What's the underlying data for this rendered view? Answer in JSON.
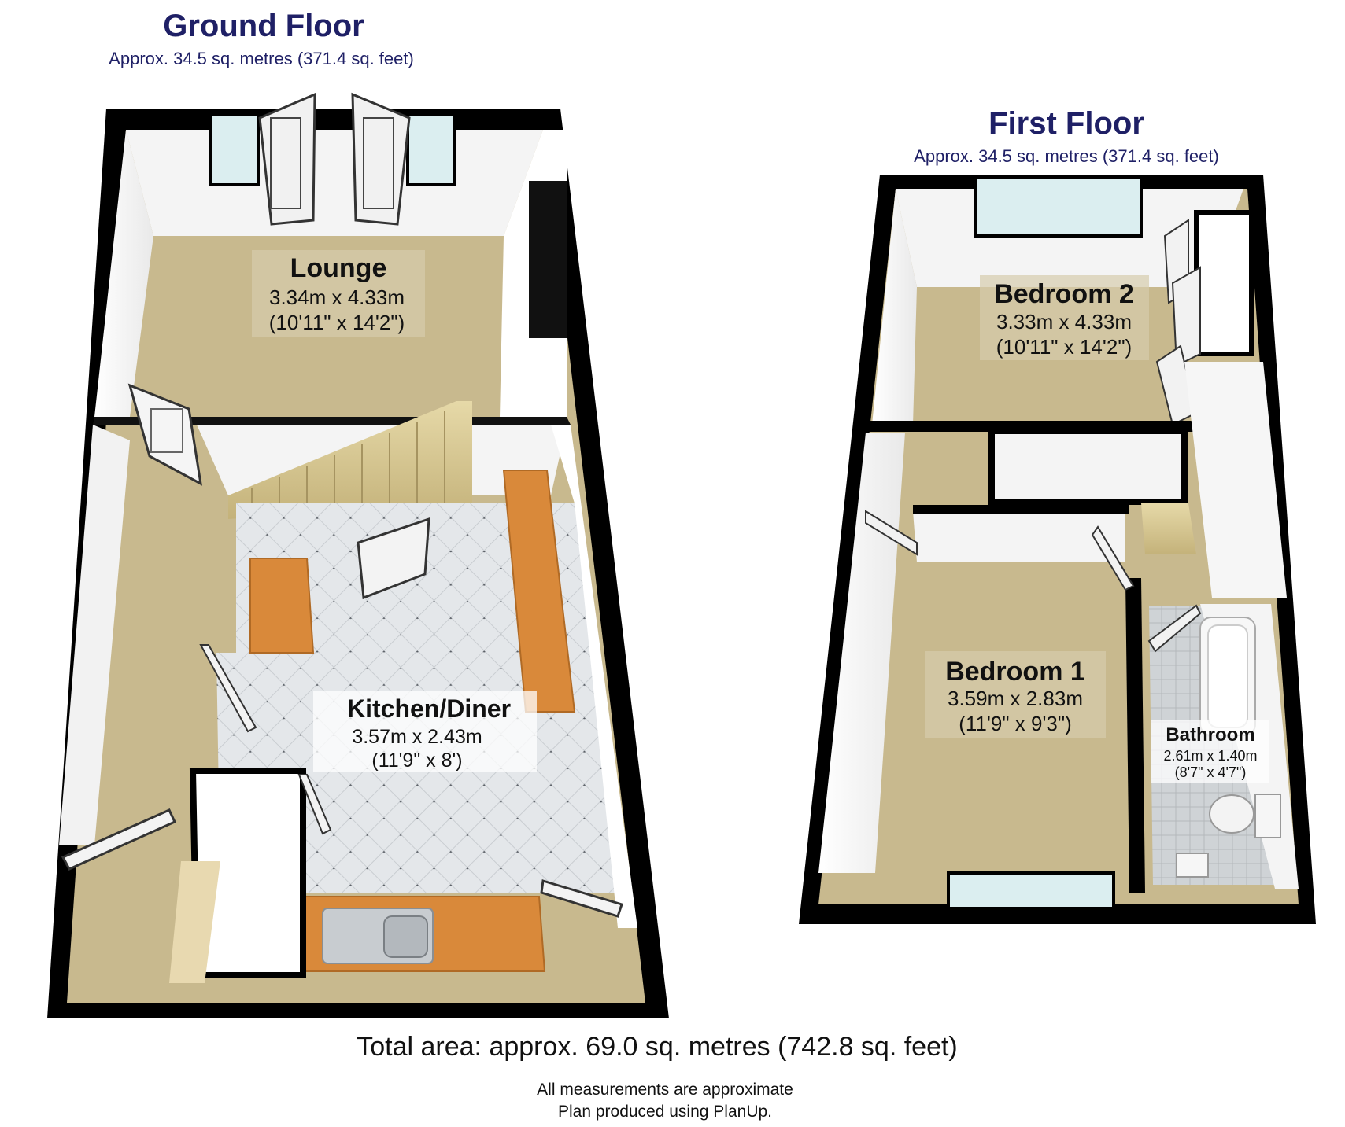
{
  "ground_floor": {
    "title": "Ground Floor",
    "area": "Approx. 34.5 sq. metres (371.4 sq. feet)",
    "rooms": {
      "lounge": {
        "name": "Lounge",
        "metric": "3.34m x 4.33m",
        "imperial": "(10'11\" x 14'2\")"
      },
      "kitchen": {
        "name": "Kitchen/Diner",
        "metric": "3.57m x 2.43m",
        "imperial": "(11'9\" x 8')"
      }
    }
  },
  "first_floor": {
    "title": "First Floor",
    "area": "Approx. 34.5 sq. metres (371.4 sq. feet)",
    "rooms": {
      "bedroom2": {
        "name": "Bedroom 2",
        "metric": "3.33m x 4.33m",
        "imperial": "(10'11\" x 14'2\")"
      },
      "bedroom1": {
        "name": "Bedroom 1",
        "metric": "3.59m x 2.83m",
        "imperial": "(11'9\" x 9'3\")"
      },
      "bathroom": {
        "name": "Bathroom",
        "metric": "2.61m x 1.40m",
        "imperial": "(8'7\" x 4'7\")"
      }
    }
  },
  "footer": {
    "total": "Total area: approx. 69.0 sq. metres (742.8 sq. feet)",
    "note1": "All measurements are approximate",
    "note2": "Plan produced using PlanUp."
  },
  "colors": {
    "wall": "#000000",
    "carpet": "#c8b98e",
    "tile": "#dfe3e6",
    "worktop": "#d9893a",
    "title": "#1f2066"
  }
}
